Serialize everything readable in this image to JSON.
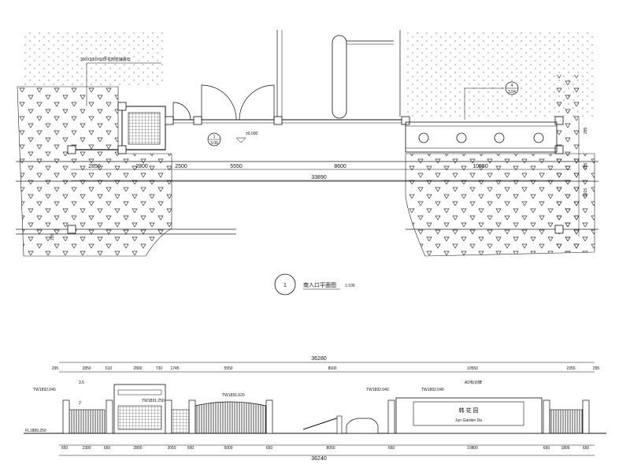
{
  "plan": {
    "title": "南入口平面图",
    "scale": "1:100",
    "detail_number": "1",
    "notes": {
      "paving": "300X300X50厚花岗岩铺装石"
    },
    "callout_left": {
      "top": "1",
      "bottom": "3.06"
    },
    "callout_right": {
      "top": "4",
      "bottom": "3.04"
    },
    "elevation_mark": "±0.000",
    "dims_row1": [
      "2850",
      "2800",
      "2500",
      "5550",
      "8600",
      "10550"
    ],
    "dims_total": "33890",
    "dims_side": [
      "295",
      "295",
      "1915",
      "295"
    ]
  },
  "elevation": {
    "top_total": "36280",
    "top_dims": [
      "295",
      "2850",
      "610",
      "2800",
      "730",
      "1745",
      "5550",
      "8600",
      "10550",
      "2355",
      "295"
    ],
    "bottom_dims": [
      "650",
      "2300",
      "650",
      "2800",
      "2050",
      "650",
      "5000",
      "650",
      "8050",
      "650",
      "10800",
      "650",
      "1805",
      "650"
    ],
    "bottom_total": "36240",
    "levels": [
      "TW1892.040",
      "TW1891.250",
      "TW1891.620",
      "TW1892.040",
      "TW1892.040",
      "FL1889.250"
    ],
    "small_labels": [
      "3.5",
      "2"
    ],
    "sign_text": "韩 花 园",
    "sign_subtext": "Jun    Garden    Da",
    "tag_ad": "AD标识牌"
  }
}
